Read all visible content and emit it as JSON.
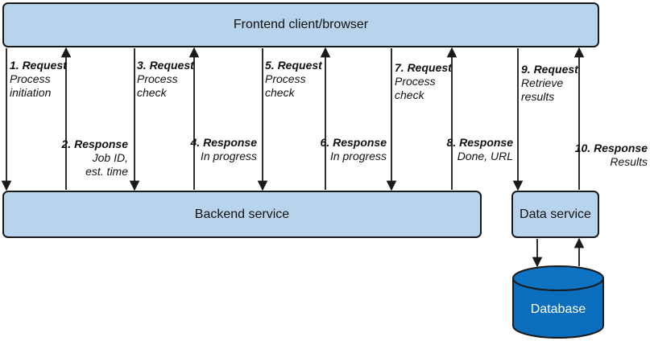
{
  "boxes": {
    "frontend": "Frontend client/browser",
    "backend": "Backend service",
    "data_service": "Data service",
    "database": "Database"
  },
  "steps": [
    {
      "title": "1. Request",
      "lines": [
        "Process",
        "initiation"
      ]
    },
    {
      "title": "2. Response",
      "lines": [
        "Job ID,",
        "est. time"
      ]
    },
    {
      "title": "3. Request",
      "lines": [
        "Process",
        "check"
      ]
    },
    {
      "title": "4. Response",
      "lines": [
        "In progress"
      ]
    },
    {
      "title": "5. Request",
      "lines": [
        "Process",
        "check"
      ]
    },
    {
      "title": "6. Response",
      "lines": [
        "In progress"
      ]
    },
    {
      "title": "7. Request",
      "lines": [
        "Process",
        "check"
      ]
    },
    {
      "title": "8. Response",
      "lines": [
        "Done, URL"
      ]
    },
    {
      "title": "9. Request",
      "lines": [
        "Retrieve",
        "results"
      ]
    },
    {
      "title": "10. Response",
      "lines": [
        "Results"
      ]
    }
  ],
  "colors": {
    "box_fill": "#b8d4ec",
    "database_fill": "#0a6ebd",
    "database_top": "#0d73c2",
    "stroke": "#1a1a1a"
  }
}
